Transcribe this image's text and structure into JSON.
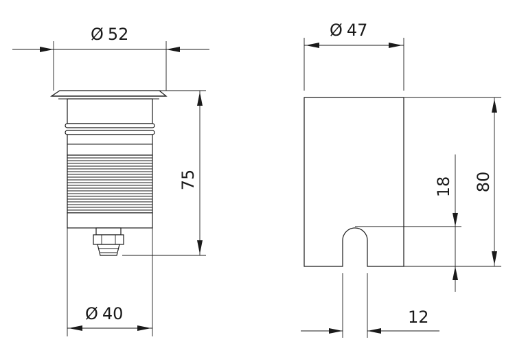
{
  "dimensions": {
    "head_diameter": "52",
    "body_diameter": "40",
    "body_height": "75",
    "bracket_width": "47",
    "bracket_height": "80",
    "slot_depth": "18",
    "slot_width": "12"
  },
  "diameter_symbol": "Ø",
  "colors": {
    "ink": "#1a1a1a",
    "background": "#ffffff"
  }
}
